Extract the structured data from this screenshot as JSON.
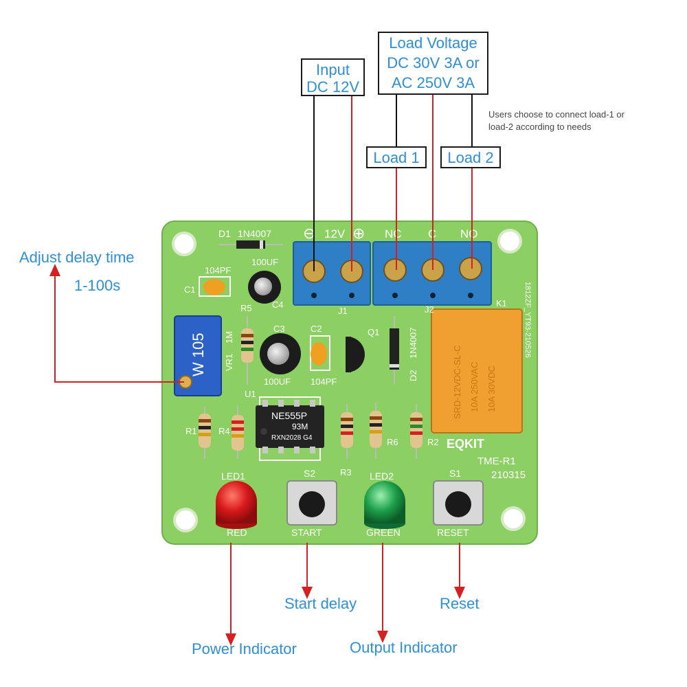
{
  "colors": {
    "annotation_text": "#2e8fd6",
    "pcb_green": "#8ccf63",
    "terminal_blue": "#2f7fc7",
    "relay_orange": "#f0a030",
    "trimmer_blue": "#2c62c8",
    "wire_red": "#d42020",
    "wire_black": "#111111",
    "led_red": "#d8191c",
    "led_green": "#1ea04a"
  },
  "labels": {
    "input": [
      "Input",
      "DC 12V"
    ],
    "load_voltage": [
      "Load Voltage",
      "DC 30V 3A or",
      "AC 250V 3A"
    ],
    "note": [
      "Users choose to connect load-1 or",
      "load-2 according to needs"
    ],
    "load1": "Load 1",
    "load2": "Load 2",
    "adjust_delay": "Adjust delay time",
    "delay_range": "1-100s",
    "start_delay": "Start delay",
    "reset": "Reset",
    "power_indicator": "Power Indicator",
    "output_indicator": "Output Indicator"
  },
  "silkscreen": {
    "d1": "D1",
    "d1_part": "1N4007",
    "minus": "⊖",
    "v12": "12V",
    "plus": "⊕",
    "nc": "NC",
    "c": "C",
    "no": "NO",
    "cap_100uf": "100UF",
    "c4": "C4",
    "c1_part": "104PF",
    "c1": "C1",
    "r5": "R5",
    "j1": "J1",
    "j2": "J2",
    "k1": "K1",
    "c3": "C3",
    "c2": "C2",
    "q1": "Q1",
    "d2_part": "1N4007",
    "d2": "D2",
    "vr1": "VR1",
    "m1": "1M",
    "c3_part": "100UF",
    "c2_part": "104PF",
    "u1": "U1",
    "ic_line1": "NE555P",
    "ic_line2": "93M",
    "ic_line3": "RXN2028 G4",
    "trimmer": "W 105",
    "r1": "R1",
    "r4": "R4",
    "r6": "R6",
    "r2": "R2",
    "r3": "R3",
    "brand": "EQKIT",
    "model": "TME-R1",
    "date": "210315",
    "side_code": "1812ZF_YT93-210526",
    "led1": "LED1",
    "s2": "S2",
    "led2": "LED2",
    "s1": "S1",
    "red": "RED",
    "start": "START",
    "green": "GREEN",
    "reset": "RESET",
    "relay_text": [
      "SRD-12VDC-SL-C",
      "10A 250VAC",
      "10A 30VDC"
    ]
  }
}
